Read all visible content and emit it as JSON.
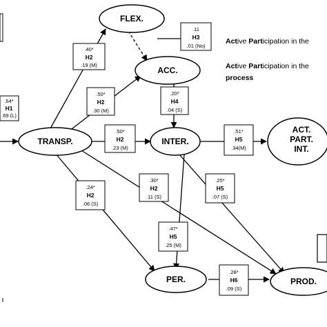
{
  "nodes": {
    "flex": "FLEX.",
    "acc": "ACC.",
    "transp": "TRANSP.",
    "inter": "INTER.",
    "act_part_int": [
      "ACT.",
      "PART.",
      "INT."
    ],
    "per": "PER.",
    "prod": "PROD."
  },
  "paths": {
    "h1": {
      "coef": ".64*",
      "hyp": "H1",
      "effect": ".69 (L)"
    },
    "transp_flex": {
      "coef": ".40*",
      "hyp": "H2",
      "effect": ".19 (M)"
    },
    "flex_acc": {
      "coef": ".11",
      "hyp": "H3",
      "effect": ".01 (No)"
    },
    "transp_acc": {
      "coef": ".50*",
      "hyp": "H2",
      "effect": ".30 (M)"
    },
    "acc_inter": {
      "coef": ".20*",
      "hyp": "H4",
      "effect": ".04 (S)"
    },
    "transp_inter": {
      "coef": ".50*",
      "hyp": "H2",
      "effect": ".23 (M)"
    },
    "inter_act": {
      "coef": ".51*",
      "hyp": "H5",
      "effect": ".34(M)"
    },
    "transp_per": {
      "coef": ".24*",
      "hyp": "H2",
      "effect": ".06 (S)"
    },
    "transp_prod": {
      "coef": ".30*",
      "hyp": "H2",
      "effect": ".11 (S)"
    },
    "inter_prod": {
      "coef": ".25*",
      "hyp": "H5",
      "effect": ".07 (S)"
    },
    "inter_per": {
      "coef": ".47*",
      "hyp": "H5",
      "effect": ".25 (M)"
    },
    "per_prod": {
      "coef": ".28*",
      "hyp": "H6",
      "effect": ".09 (S)"
    }
  },
  "legend": {
    "line1": {
      "b1": "Act",
      "t1": "ive ",
      "b2": "Part",
      "t2": "icipation in the"
    },
    "line2": {
      "b1": "Act",
      "t1": "ive ",
      "b2": "Part",
      "t2": "icipation in the"
    },
    "line3": {
      "b1": "process"
    }
  }
}
